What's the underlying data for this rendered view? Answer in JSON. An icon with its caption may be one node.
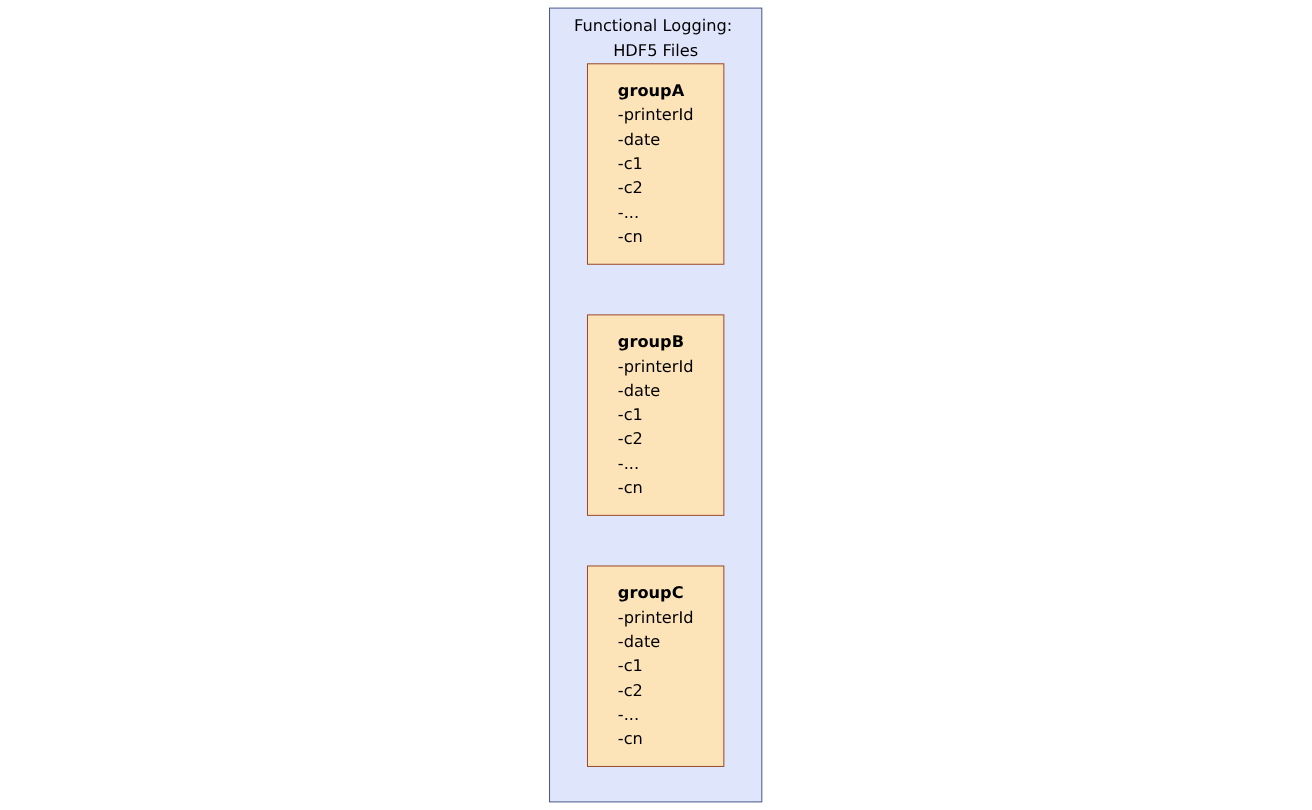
{
  "diagram": {
    "nodes": [
      {
        "text": [
          "Functional Logging: HDF5 Files"
        ]
      },
      {
        "text": [
          "groupA",
          "-printerId",
          "-date",
          "-c1",
          "-c2",
          "-...",
          "-cn"
        ],
        "in": 0
      },
      {
        "text": [
          "groupB",
          "-printerId",
          "-date",
          "-c1",
          "-c2",
          "-...",
          "-cn"
        ],
        "in": 0
      },
      {
        "text": [
          "groupC",
          "-printerId",
          "-date",
          "-c1",
          "-c2",
          "-...",
          "-cn"
        ],
        "in": 0
      }
    ],
    "edges": []
  }
}
